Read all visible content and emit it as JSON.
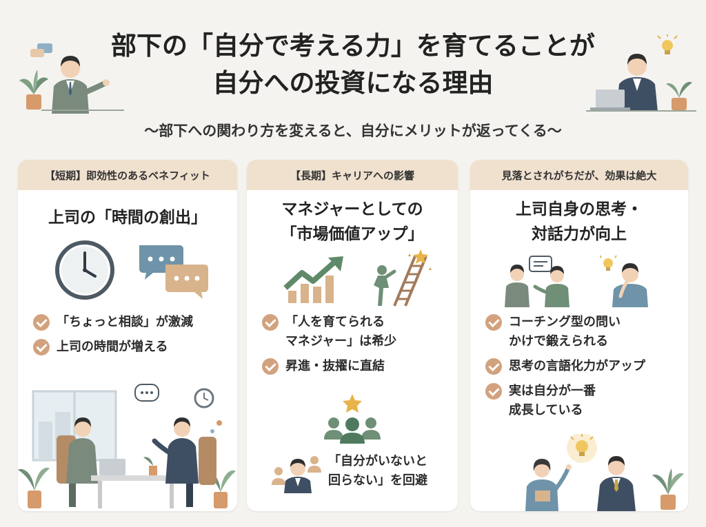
{
  "title": {
    "line1": "部下の「自分で考える力」を育てることが",
    "line2": "自分への投資になる理由"
  },
  "subtitle": "〜部下への関わり方を変えると、自分にメリットが返ってくる〜",
  "colors": {
    "background": "#f4f3ef",
    "tag": "#f0e1cf",
    "check": "#d2a27e",
    "accent_green": "#6f8f77",
    "accent_orange": "#d69a6b",
    "accent_gold": "#e8b34a"
  },
  "cards": [
    {
      "tag": "【短期】即効性のあるベネフィット",
      "heading": "上司の「時間の創出」",
      "checks": [
        "「ちょっと相談」が激減",
        "上司の時間が増える"
      ],
      "icons": [
        "clock-icon",
        "chat-bubbles-icon",
        "meeting-scene-illustration"
      ]
    },
    {
      "tag": "【長期】キャリアへの影響",
      "heading_line1": "マネジャーとしての",
      "heading_line2": "「市場価値アップ」",
      "checks": [
        "「人を育てられる\nマネジャー」は希少",
        "昇進・抜擢に直結"
      ],
      "note": "「自分がいないと\n回らない」を回避",
      "icons": [
        "growth-chart-icon",
        "ladder-climber-icon",
        "team-star-icon",
        "manager-icon"
      ]
    },
    {
      "tag": "見落とされがちだが、効果は絶大",
      "heading_line1": "上司自身の思考・",
      "heading_line2": "対話力が向上",
      "checks": [
        "コーチング型の問い\nかけで鍛えられる",
        "思考の言語化力がアップ",
        "実は自分が一番\n成長している"
      ],
      "icons": [
        "dialogue-icon",
        "thinking-person-icon",
        "idea-scene-illustration"
      ]
    }
  ]
}
